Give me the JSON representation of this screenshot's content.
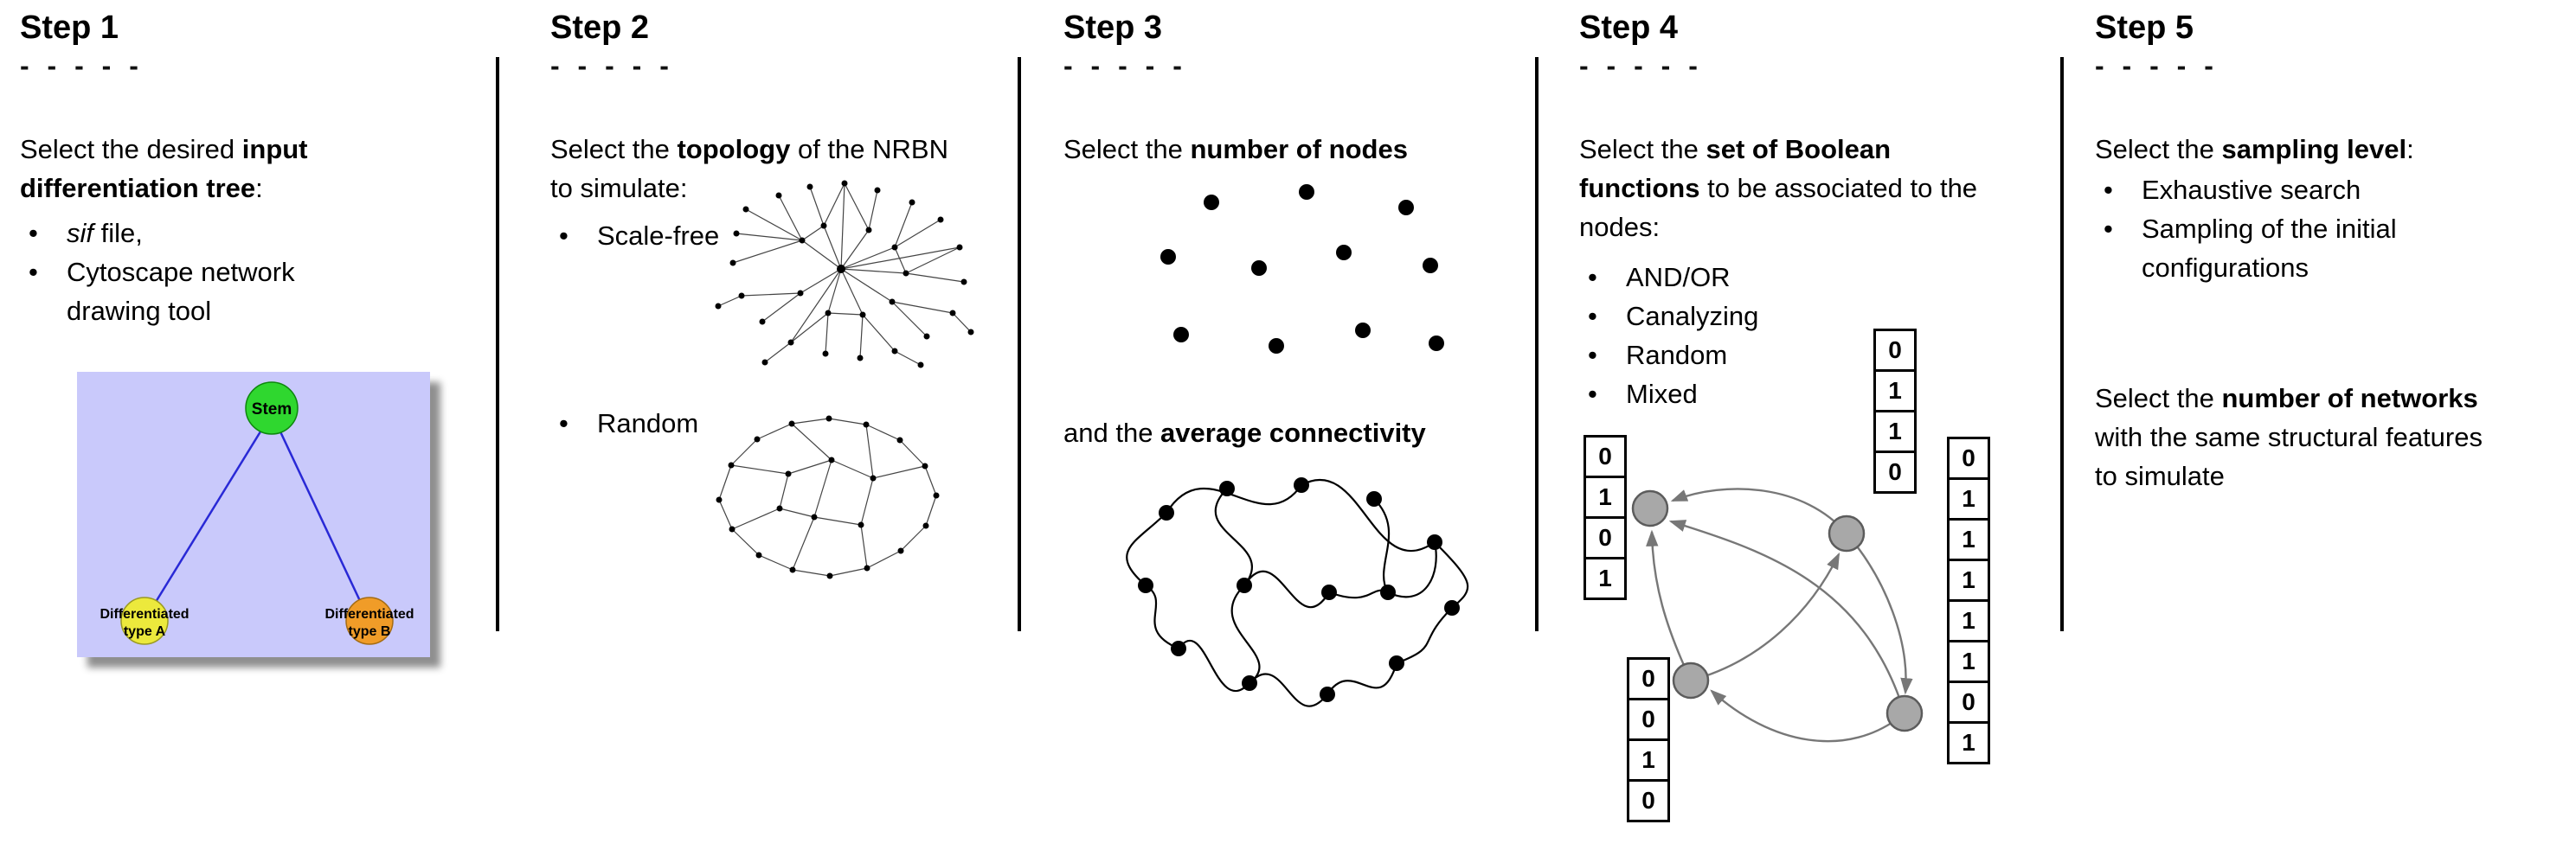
{
  "figure": {
    "step1": {
      "title": "Step 1",
      "dashes": "- - - - -",
      "intro": {
        "pre": "Select the desired ",
        "bold": "input differentiation tree",
        "post": ":"
      },
      "bullets": {
        "b1_italic": "sif",
        "b1_rest": " file,",
        "b2": "Cytoscape network drawing tool"
      },
      "tree": {
        "stem": "Stem",
        "a1": "Differentiated",
        "a2": "type A",
        "b1": "Differentiated",
        "b2": "type B"
      }
    },
    "step2": {
      "title": "Step 2",
      "dashes": "- - - - -",
      "intro": {
        "pre": "Select the ",
        "bold": "topology",
        "post": " of the NRBN to simulate:"
      },
      "bullets": {
        "b1": "Scale-free",
        "b2": "Random"
      }
    },
    "step3": {
      "title": "Step 3",
      "dashes": "- - - - -",
      "line1": {
        "pre": "Select the ",
        "bold": "number of nodes"
      },
      "line2": {
        "pre": "and the ",
        "bold": "average connectivity"
      }
    },
    "step4": {
      "title": "Step 4",
      "dashes": "- - - - -",
      "intro": {
        "pre": "Select the ",
        "bold": "set of Boolean functions",
        "post": " to be associated to the nodes:"
      },
      "bullets": [
        "AND/OR",
        "Canalyzing",
        "Random",
        "Mixed"
      ],
      "vectors": {
        "left": [
          "0",
          "1",
          "0",
          "1"
        ],
        "top": [
          "0",
          "1",
          "1",
          "0"
        ],
        "bottom_left": [
          "0",
          "0",
          "1",
          "0"
        ],
        "right": [
          "0",
          "1",
          "1",
          "1",
          "1",
          "1",
          "0",
          "1"
        ]
      }
    },
    "step5": {
      "title": "Step 5",
      "dashes": "- - - - -",
      "intro": {
        "pre": "Select the ",
        "bold": "sampling level",
        "post": ":"
      },
      "bullets": [
        "Exhaustive search",
        "Sampling of the initial configurations"
      ],
      "para2": {
        "pre": "Select the ",
        "bold": "number of networks",
        "post": " with the same structural features to simulate"
      }
    },
    "colors": {
      "tree_background": "#c9c9fb",
      "stem_node_green": "#2fd72f",
      "type_a_node_yellow": "#ece93c",
      "type_b_node_orange": "#f09c28",
      "tree_edge_blue": "#2929d6",
      "boolean_node_gray": "#a8a8a8",
      "arrow_gray": "#777777",
      "text": "#000000"
    }
  }
}
